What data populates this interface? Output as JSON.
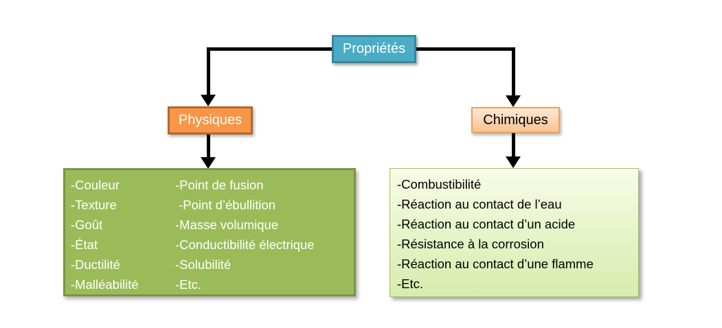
{
  "diagram": {
    "title": "Propriétés diagram",
    "root": {
      "label": "Propriétés"
    },
    "branches": {
      "physical": {
        "label": "Physiques"
      },
      "chemical": {
        "label": "Chimiques"
      }
    },
    "physical_list": {
      "left": [
        "-Couleur",
        "-Texture",
        "-Goût",
        "-État",
        "-Ductilité",
        "-Malléabilité"
      ],
      "right": [
        "-Point de fusion",
        " -Point d’ébullition",
        "-Masse volumique",
        "-Conductibilité électrique",
        "-Solubilité",
        "-Etc."
      ]
    },
    "chemical_list": {
      "items": [
        "-Combustibilité",
        "-Réaction au contact de l’eau",
        "-Réaction au contact d’un acide",
        "-Résistance à la corrosion",
        "-Réaction au contact d’une flamme",
        "-Etc."
      ]
    },
    "colors": {
      "root_fill": "#4BACC6",
      "root_border": "#35889F",
      "physical_fill": "#F79646",
      "physical_border": "#B3682B",
      "chemical_fill_top": "#FDE9D4",
      "chemical_fill_bottom": "#FAC291",
      "chemical_border": "#F0A058",
      "physical_list_fill": "#9BBB59",
      "physical_list_border": "#7A9444",
      "chemical_list_fill_top": "#F7FCE8",
      "chemical_list_fill_bottom": "#D7ECAC",
      "chemical_list_border": "#A3C154",
      "connector": "#000000"
    }
  }
}
